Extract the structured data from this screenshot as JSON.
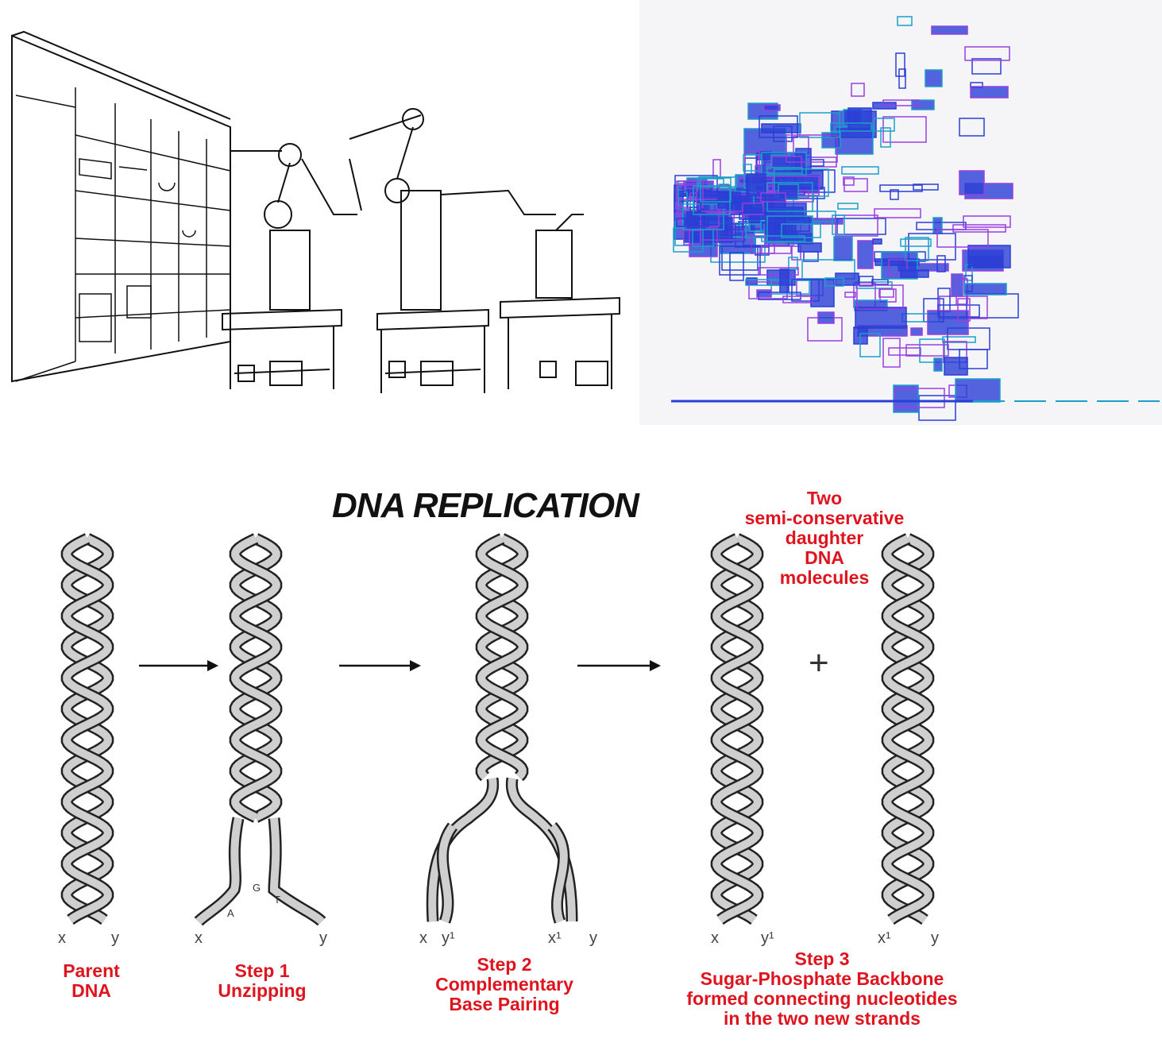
{
  "title": "DNA REPLICATION",
  "daughter_label": "Two\nsemi-conservative\ndaughter\nDNA\nmolecules",
  "stages": [
    {
      "label": "Parent\nDNA",
      "ends": [
        "x",
        "y"
      ]
    },
    {
      "label": "Step 1\nUnzipping",
      "ends": [
        "x",
        "y"
      ],
      "bases": [
        "A",
        "G",
        "T"
      ]
    },
    {
      "label": "Step 2\nComplementary\nBase Pairing",
      "ends": [
        "x",
        "y¹",
        "x¹",
        "y"
      ]
    },
    {
      "label": "Step 3\nSugar-Phosphate Backbone\nformed connecting nucleotides\nin the two new strands",
      "ends": [
        "x",
        "y¹",
        "x¹",
        "y"
      ]
    }
  ],
  "plus": "+",
  "colors": {
    "label": "#e0141e",
    "strand": "#cfcfcf",
    "circuit_blue": "#2a3fd6",
    "circuit_cyan": "#1aa0c8",
    "circuit_purple": "#9a3ee0"
  }
}
